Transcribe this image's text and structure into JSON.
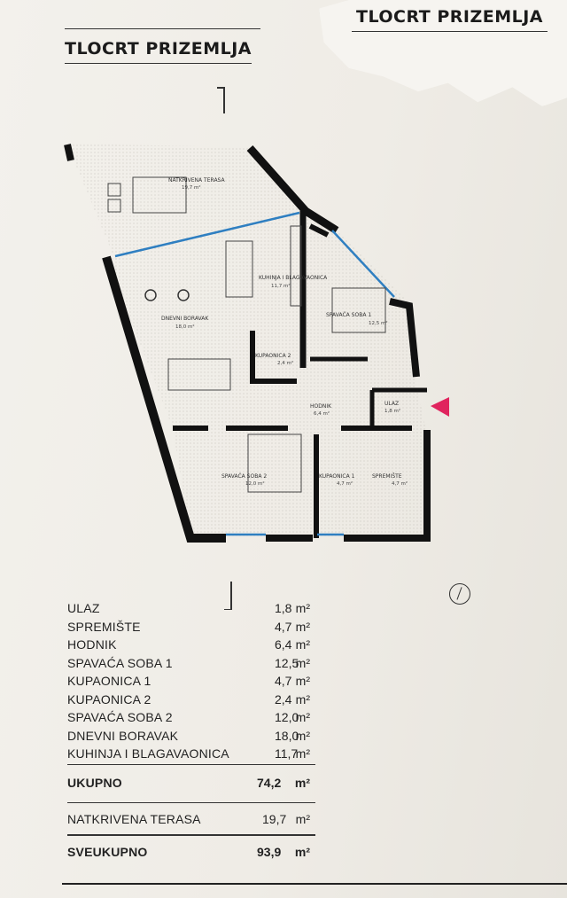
{
  "header": {
    "title_left": "TLOCRT PRIZEMLJA",
    "title_right": "TLOCRT PRIZEMLJA"
  },
  "plan": {
    "rooms": [
      {
        "name": "NATKRIVENA TERASA",
        "area": "19,7 m²"
      },
      {
        "name": "KUHINJA I BLAGAVAONICA",
        "area": "11,7 m²"
      },
      {
        "name": "DNEVNI BORAVAK",
        "area": "18,0 m²"
      },
      {
        "name": "SPAVAĆA SOBA 1",
        "area": "12,5 m²"
      },
      {
        "name": "KUPAONICA 2",
        "area": "2,4 m²"
      },
      {
        "name": "HODNIK",
        "area": "6,4 m²"
      },
      {
        "name": "ULAZ",
        "area": "1,8 m²"
      },
      {
        "name": "SPAVAĆA SOBA 2",
        "area": "12,0 m²"
      },
      {
        "name": "KUPAONICA 1",
        "area": "4,7 m²"
      },
      {
        "name": "SPREMIŠTE",
        "area": "4,7 m²"
      }
    ],
    "entrance_marker_color": "#e0245e"
  },
  "areas": {
    "rows": [
      {
        "label": "ULAZ",
        "value": "1,8",
        "unit": "m²"
      },
      {
        "label": "SPREMIŠTE",
        "value": "4,7",
        "unit": "m²"
      },
      {
        "label": "HODNIK",
        "value": "6,4",
        "unit": "m²"
      },
      {
        "label": "SPAVAĆA SOBA 1",
        "value": "12,5",
        "unit": "m²"
      },
      {
        "label": "KUPAONICA 1",
        "value": "4,7",
        "unit": "m²"
      },
      {
        "label": "KUPAONICA 2",
        "value": "2,4",
        "unit": "m²"
      },
      {
        "label": "SPAVAĆA SOBA 2",
        "value": "12,0",
        "unit": "m²"
      },
      {
        "label": "DNEVNI BORAVAK",
        "value": "18,0",
        "unit": "m²"
      },
      {
        "label": "KUHINJA I BLAGAVAONICA",
        "value": "11,7",
        "unit": "m²"
      }
    ],
    "total": {
      "label": "UKUPNO",
      "value": "74,2",
      "unit": "m²"
    },
    "terrace": {
      "label": "NATKRIVENA TERASA",
      "value": "19,7",
      "unit": "m²"
    },
    "grand_total": {
      "label": "SVEUKUPNO",
      "value": "93,9",
      "unit": "m²"
    }
  }
}
